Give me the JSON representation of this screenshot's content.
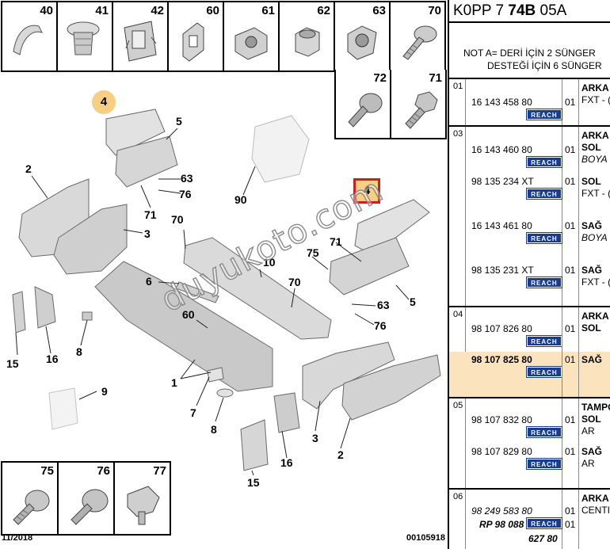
{
  "diagram": {
    "thumbs_top": [
      "40",
      "41",
      "42",
      "60",
      "61",
      "62",
      "63",
      "70"
    ],
    "thumbs_row2": [
      "72",
      "71"
    ],
    "thumbs_bottom": [
      "75",
      "76",
      "77"
    ],
    "callouts": {
      "c4a": "4",
      "c5a": "5",
      "c63a": "63",
      "c76a": "76",
      "c2a": "2",
      "c90": "90",
      "c71a": "71",
      "c3a": "3",
      "c70a": "70",
      "c4b": "4",
      "c10": "10",
      "c71b": "71",
      "c75": "75",
      "c6": "6",
      "c70b": "70",
      "c63b": "63",
      "c5b": "5",
      "c76b": "76",
      "c60": "60",
      "c8a": "8",
      "c15a": "15",
      "c16a": "16",
      "c1": "1",
      "c9": "9",
      "c7": "7",
      "c8b": "8",
      "c3b": "3",
      "c2b": "2",
      "c16b": "16",
      "c15b": "15"
    },
    "footer_date": "11/2018",
    "footer_code": "00105918",
    "watermark": "duyukoto.com"
  },
  "parts": {
    "ref_a": "K0PP 7 ",
    "ref_b": "74B",
    "ref_c": " 05A",
    "note_line1": "NOT A= DERİ İÇİN 2 SÜNGER",
    "note_line2": "DESTEĞİ İÇİN 6 SÜNGER",
    "reach_label": "REACH",
    "groups": [
      {
        "num": "01",
        "rows": [
          {
            "pn": "16 143 458 80",
            "qty": "01",
            "d1": "ARKA",
            "d2": "FXT - (",
            "d3": ""
          }
        ]
      },
      {
        "num": "03",
        "rows": [
          {
            "pn": "16 143 460 80",
            "qty": "01",
            "d1": "ARKA",
            "d2": "SOL",
            "d3": "BOYA"
          },
          {
            "pn": "98 135 234 XT",
            "qty": "01",
            "d1": "SOL",
            "d2": "FXT - (",
            "d3": ""
          },
          {
            "pn": "16 143 461 80",
            "qty": "01",
            "d1": "SAĞ",
            "d2": "BOYA",
            "d3": ""
          },
          {
            "pn": "98 135 231 XT",
            "qty": "01",
            "d1": "SAĞ",
            "d2": "FXT - (",
            "d3": ""
          }
        ]
      },
      {
        "num": "04",
        "rows": [
          {
            "pn": "98 107 826 80",
            "qty": "01",
            "d1": "ARKA",
            "d2": "SOL",
            "d3": ""
          },
          {
            "pn": "98 107 825 80",
            "qty": "01",
            "d1": "SAĞ",
            "d2": "",
            "d3": ""
          }
        ]
      },
      {
        "num": "05",
        "rows": [
          {
            "pn": "98 107 832 80",
            "qty": "01",
            "d1": "TAMPO",
            "d2": "SOL",
            "d3": "AR"
          },
          {
            "pn": "98 107 829 80",
            "qty": "01",
            "d1": "SAĞ",
            "d2": "AR",
            "d3": ""
          }
        ]
      },
      {
        "num": "06",
        "rows": [
          {
            "pn": "98 249 583 80",
            "qty": "01",
            "d1": "ARKA",
            "d2": "CENTI",
            "d3": ""
          },
          {
            "pn": "RP 98 088",
            "qty": "01",
            "d1": "",
            "d2": "",
            "d3": ""
          },
          {
            "pn": "627 80",
            "qty": "",
            "d1": "",
            "d2": "",
            "d3": ""
          }
        ]
      }
    ]
  }
}
